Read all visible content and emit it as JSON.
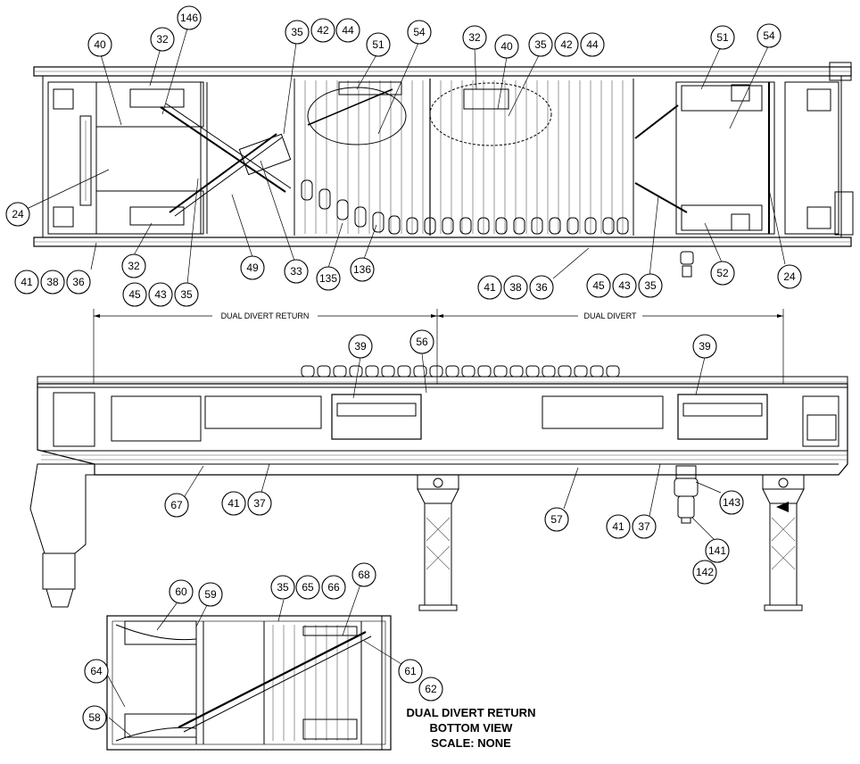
{
  "dimensions": {
    "dual_divert_return": "DUAL DIVERT RETURN",
    "dual_divert": "DUAL DIVERT"
  },
  "caption": {
    "line1": "DUAL DIVERT RETURN",
    "line2": "BOTTOM VIEW",
    "line3": "SCALE: NONE"
  },
  "top_view_callouts": [
    "146",
    "40",
    "32",
    "35",
    "42",
    "44",
    "51",
    "54",
    "32",
    "40",
    "35",
    "42",
    "44",
    "51",
    "54",
    "24",
    "32",
    "49",
    "33",
    "135",
    "136",
    "41",
    "38",
    "36",
    "45",
    "43",
    "35",
    "41",
    "38",
    "36",
    "45",
    "43",
    "35",
    "52",
    "24"
  ],
  "side_view_callouts": [
    "39",
    "56",
    "39",
    "67",
    "41",
    "37",
    "57",
    "41",
    "37",
    "143",
    "141",
    "142"
  ],
  "bottom_view_callouts": [
    "60",
    "59",
    "35",
    "65",
    "66",
    "68",
    "64",
    "61",
    "62",
    "58"
  ]
}
